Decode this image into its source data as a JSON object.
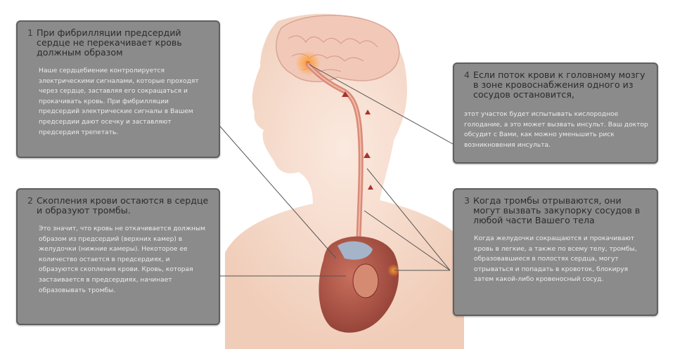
{
  "boxes": [
    {
      "number": "1",
      "title": "При фибрилляции предсердий сердце не перекачивает кровь должным образом",
      "body": "Наше сердцебиение контролируется электрическими сигналами, которые проходят через сердце, заставляя его сокращаться и прокачивать кровь. При фибрилляции предсердий электрические сигналы в Вашем предсердии дают осечку и заставляют предсердия трепетать."
    },
    {
      "number": "2",
      "title": "Скопления крови остаются в сердце и образуют тромбы.",
      "body": "Это значит, что кровь не откачивается должным образом из предсердий (верхних камер) в желудочки (нижние камеры). Некоторое ее количество остается в предсердиях, и образуются скопления крови. Кровь, которая застаивается в предсердиях, начинает образовывать тромбы."
    },
    {
      "number": "3",
      "title": "Когда тромбы отрываются, они могут вызвать закупорку сосудов в любой части Вашего тела",
      "body": "Когда желудочки сокращаются и прокачивают кровь в легкие, а также по всему телу, тромбы, образовавшиеся в полостях сердца, могут отрываться и попадать в кровоток, блокируя затем какой-либо кровеносный сосуд."
    },
    {
      "number": "4",
      "title": "Если поток крови к головному мозгу в зоне кровоснабжения одного из сосудов остановится,",
      "body": "этот участок будет испытывать кислородное голодание, а это может вызвать инсульт. Ваш доктор обсудит с Вами, как можно уменьшить риск возникновения инсульта."
    }
  ],
  "colors": {
    "box": "#8b8b8b",
    "skin": "#f6dccd",
    "heart": "#b4594a",
    "artery": "#d98a78"
  }
}
